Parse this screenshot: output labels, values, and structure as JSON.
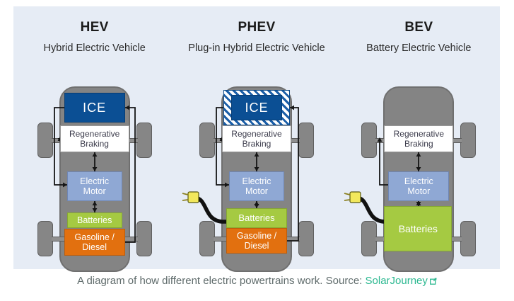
{
  "figure": {
    "background_color": "#e6ecf5",
    "columns": [
      {
        "abbr": "HEV",
        "full_name": "Hybrid Electric Vehicle",
        "has_ice": true,
        "ice_hatched": false,
        "has_fuel_tank": true,
        "has_charging_plug": false,
        "boxes": {
          "ice": "ICE",
          "regen": "Regenerative\nBraking",
          "regen_line1": "Regenerative",
          "regen_line2": "Braking",
          "motor_line1": "Electric",
          "motor_line2": "Motor",
          "battery": "Batteries",
          "fuel_line1": "Gasoline /",
          "fuel_line2": "Diesel"
        }
      },
      {
        "abbr": "PHEV",
        "full_name": "Plug-in Hybrid Electric Vehicle",
        "has_ice": true,
        "ice_hatched": true,
        "has_fuel_tank": true,
        "has_charging_plug": true,
        "boxes": {
          "ice": "ICE",
          "regen_line1": "Regenerative",
          "regen_line2": "Braking",
          "motor_line1": "Electric",
          "motor_line2": "Motor",
          "battery": "Batteries",
          "fuel_line1": "Gasoline /",
          "fuel_line2": "Diesel"
        }
      },
      {
        "abbr": "BEV",
        "full_name": "Battery Electric Vehicle",
        "has_ice": false,
        "ice_hatched": false,
        "has_fuel_tank": false,
        "has_charging_plug": true,
        "boxes": {
          "regen_line1": "Regenerative",
          "regen_line2": "Braking",
          "motor_line1": "Electric",
          "motor_line2": "Motor",
          "battery": "Batteries"
        }
      }
    ],
    "colors": {
      "ice": "#0b4f94",
      "regen": "#ffffff",
      "motor": "#8fa8d4",
      "battery": "#a5ca42",
      "fuel": "#e2700f",
      "car_body": "#848484",
      "wheel": "#868686",
      "plug": "#f2e85c",
      "cable": "#111111"
    }
  },
  "caption": {
    "text": "A diagram of how different electric powertrains work. Source:",
    "link_label": "SolarJourney",
    "link_color": "#2bb890",
    "external_icon": "external-link-icon"
  }
}
